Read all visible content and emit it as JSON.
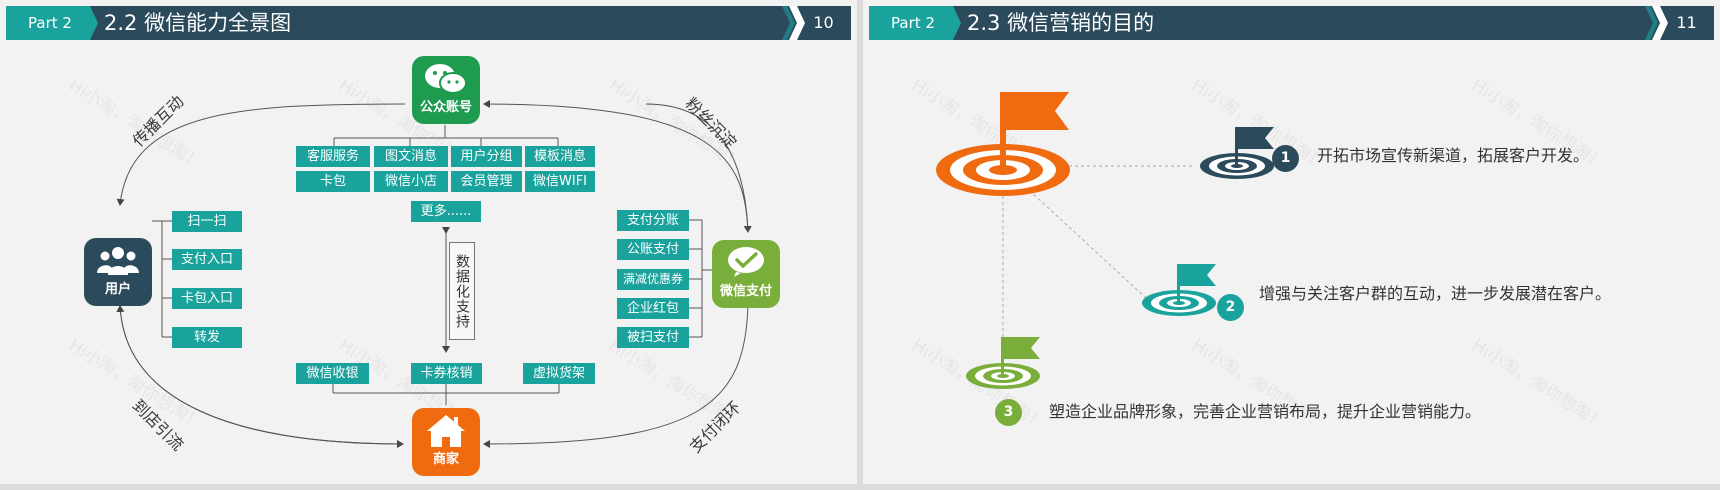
{
  "slides": [
    {
      "part_label": "Part 2",
      "title": "2.2 微信能力全景图",
      "page_number": "10",
      "hub_top": {
        "label": "公众账号",
        "icon": "wechat-bubbles-icon",
        "color": "#1e9b4f"
      },
      "hub_left": {
        "label": "用户",
        "icon": "users-icon",
        "color": "#2b4a5c"
      },
      "hub_right": {
        "label": "微信支付",
        "icon": "wechat-pay-check-icon",
        "color": "#7aae3b"
      },
      "hub_bottom": {
        "label": "商家",
        "icon": "store-house-icon",
        "color": "#f06a0f"
      },
      "account_features": [
        "客服服务",
        "图文消息",
        "用户分组",
        "模板消息",
        "卡包",
        "微信小店",
        "会员管理",
        "微信WIFI"
      ],
      "account_more": "更多......",
      "user_features": [
        "扫一扫",
        "支付入口",
        "卡包入口",
        "转发"
      ],
      "pay_features": [
        "支付分账",
        "公账支付",
        "满减优惠券",
        "企业红包",
        "被扫支付"
      ],
      "merchant_features": [
        "微信收银",
        "卡券核销",
        "虚拟货架"
      ],
      "center_label": "数据化支持",
      "curve_labels": [
        "传播互动",
        "粉丝沉淀",
        "到店引流",
        "支付闭环"
      ],
      "watermark": "Hi小淘，淘你想淘！"
    },
    {
      "part_label": "Part 2",
      "title": "2.3 微信营销的目的",
      "page_number": "11",
      "goals": [
        {
          "number": "1",
          "text": "开拓市场宣传新渠道，拓展客户开发。",
          "color": "#2b4a5c"
        },
        {
          "number": "2",
          "text": "增强与关注客户群的互动，进一步发展潜在客户。",
          "color": "#1aa39d"
        },
        {
          "number": "3",
          "text": "塑造企业品牌形象，完善企业营销布局，提升企业营销能力。",
          "color": "#7aae3b"
        }
      ],
      "main_flag_color": "#f06a0f",
      "watermark": "Hi小淘，淘你想淘！"
    }
  ],
  "colors": {
    "title_bar": "#2b4a5c",
    "part_tab": "#1aa39d",
    "tag": "#1aa39d"
  }
}
